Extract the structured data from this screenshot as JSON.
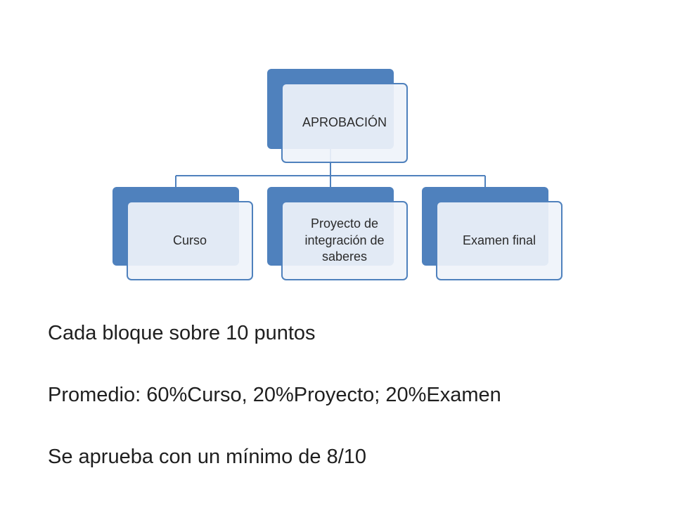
{
  "diagram": {
    "root": {
      "label": "APROBACIÓN"
    },
    "children": [
      {
        "id": "curso",
        "label": "Curso"
      },
      {
        "id": "proyecto",
        "label": "Proyecto de integración de saberes"
      },
      {
        "id": "examen",
        "label": "Examen final"
      }
    ],
    "colors": {
      "accent": "#4f81bd",
      "card_fill": "#eff3fa"
    }
  },
  "text": {
    "lines": [
      "Cada bloque sobre 10 puntos",
      "Promedio: 60%Curso, 20%Proyecto; 20%Examen",
      "Se aprueba con un mínimo de 8/10"
    ]
  }
}
